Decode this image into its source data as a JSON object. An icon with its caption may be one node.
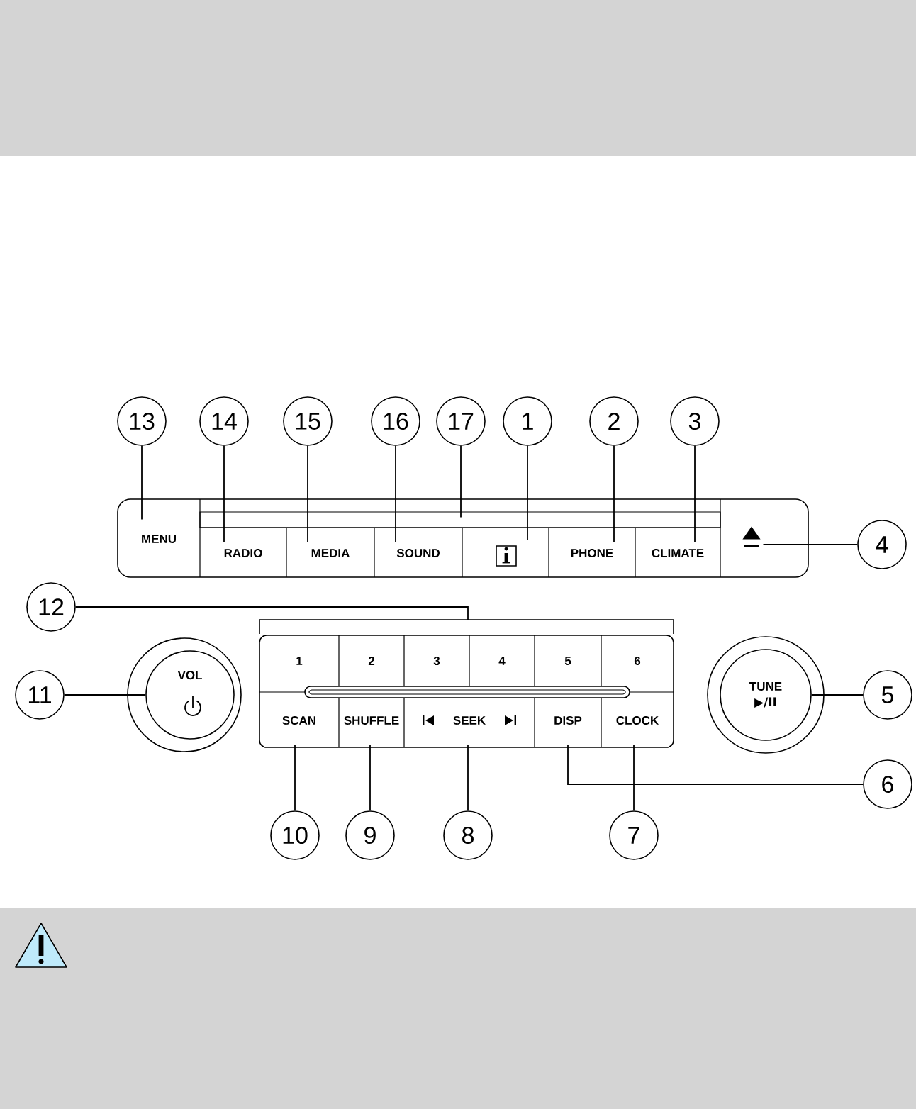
{
  "diagram": {
    "nodes": [
      {
        "text": [
          "13"
        ]
      },
      {
        "text": [
          "14"
        ]
      },
      {
        "text": [
          "15"
        ]
      },
      {
        "text": [
          "16"
        ]
      },
      {
        "text": [
          "17"
        ]
      },
      {
        "text": [
          "1"
        ]
      },
      {
        "text": [
          "2"
        ]
      },
      {
        "text": [
          "3"
        ]
      },
      {
        "text": [
          "MENU"
        ]
      },
      {
        "text": [],
        "shape": "bar"
      },
      {
        "text": [
          "RADIO"
        ]
      },
      {
        "text": [
          "MEDIA"
        ]
      },
      {
        "text": [
          "SOUND"
        ]
      },
      {
        "text": [],
        "shape": "box"
      },
      {
        "text": [
          "PHONE"
        ]
      },
      {
        "text": [
          "CLIMATE"
        ]
      },
      {
        "text": [],
        "shape": "triangle"
      },
      {
        "text": [
          "4"
        ]
      },
      {
        "text": [
          "12"
        ]
      },
      {
        "text": [
          "11"
        ]
      },
      {
        "text": [
          "VOL"
        ]
      },
      {
        "text": [
          "1"
        ]
      },
      {
        "text": [
          "2"
        ]
      },
      {
        "text": [
          "3"
        ]
      },
      {
        "text": [
          "4"
        ]
      },
      {
        "text": [
          "5"
        ]
      },
      {
        "text": [
          "6"
        ]
      },
      {
        "text": [
          "SCAN"
        ]
      },
      {
        "text": [
          "SHUFFLE"
        ]
      },
      {
        "text": [
          "SEEK"
        ]
      },
      {
        "text": [
          "DISP"
        ]
      },
      {
        "text": [
          "CLOCK"
        ]
      },
      {
        "text": [
          "TUNE",
          "▶/II"
        ]
      },
      {
        "text": [
          "5"
        ]
      },
      {
        "text": [
          "6"
        ]
      },
      {
        "text": [
          "10"
        ]
      },
      {
        "text": [
          "9"
        ]
      },
      {
        "text": [
          "8"
        ]
      },
      {
        "text": [
          "7"
        ]
      }
    ],
    "edges": [
      {
        "from": 0,
        "to": 8,
        "arrow": "none"
      },
      {
        "from": 1,
        "to": 10,
        "arrow": "none"
      },
      {
        "from": 2,
        "to": 11,
        "arrow": "none"
      },
      {
        "from": 3,
        "to": 12,
        "arrow": "none"
      },
      {
        "from": 4,
        "to": 9,
        "arrow": "none"
      },
      {
        "from": 5,
        "to": 13,
        "arrow": "none"
      },
      {
        "from": 6,
        "to": 14,
        "arrow": "none"
      },
      {
        "from": 7,
        "to": 15,
        "arrow": "none"
      },
      {
        "from": 17,
        "to": 16,
        "arrow": "none"
      },
      {
        "from": 18,
        "to": null,
        "arrow": "none"
      },
      {
        "from": 19,
        "to": 20,
        "arrow": "none"
      },
      {
        "from": 33,
        "to": 32,
        "arrow": "none"
      },
      {
        "from": 34,
        "to": 30,
        "arrow": "none"
      },
      {
        "from": 35,
        "to": 27,
        "arrow": "none"
      },
      {
        "from": 36,
        "to": 28,
        "arrow": "none"
      },
      {
        "from": 37,
        "to": 29,
        "arrow": "none"
      },
      {
        "from": 38,
        "to": 31,
        "arrow": "none"
      }
    ]
  }
}
